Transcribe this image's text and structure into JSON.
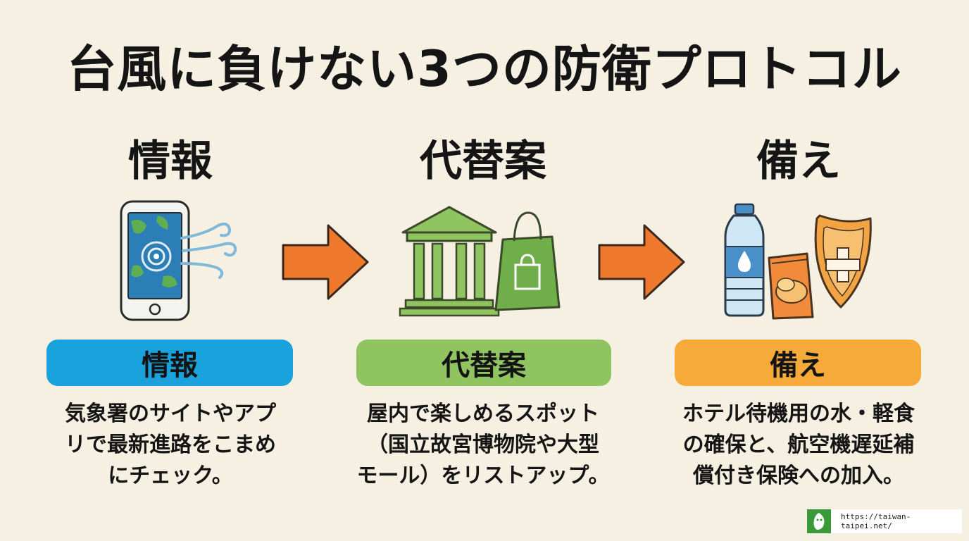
{
  "title": "台風に負けない3つの防衛プロトコル",
  "steps": [
    {
      "heading": "情報",
      "label": "情報",
      "icon": "smartphone-typhoon-map-icon",
      "color": "#1aa2dc",
      "lines": [
        "気象署のサイトやアプ",
        "リで最新進路をこまめ",
        "にチェック。"
      ]
    },
    {
      "heading": "代替案",
      "label": "代替案",
      "icon": "museum-shopping-bag-icon",
      "color": "#8fc460",
      "lines": [
        "屋内で楽しめるスポット",
        "（国立故宮博物院や大型",
        "モール）をリストアップ。"
      ]
    },
    {
      "heading": "備え",
      "label": "備え",
      "icon": "water-snack-shield-icon",
      "color": "#f6aa3a",
      "lines": [
        "ホテル待機用の水・軽食",
        "の確保と、航空機遅延補",
        "償付き保険への加入。"
      ]
    }
  ],
  "arrow_color": "#ef7a2e",
  "footer": {
    "url": "https://taiwan-taipei.net/"
  }
}
